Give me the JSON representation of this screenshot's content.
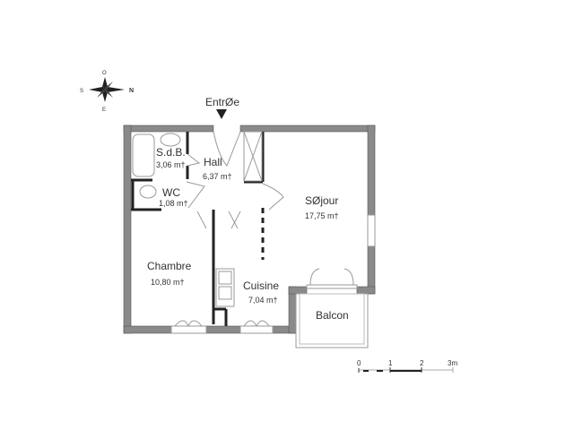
{
  "entrance_label": "EntrØe",
  "compass": {
    "north": "N",
    "south": "S",
    "east": "E",
    "west": "O"
  },
  "rooms": [
    {
      "name": "S.d.B.",
      "area": "3,06 m†"
    },
    {
      "name": "Hall",
      "area": "6,37 m†"
    },
    {
      "name": "WC",
      "area": "1,08 m†"
    },
    {
      "name": "SØjour",
      "area": "17,75 m†"
    },
    {
      "name": "Chambre",
      "area": "10,80 m†"
    },
    {
      "name": "Cuisine",
      "area": "7,04 m†"
    },
    {
      "name": "Balcon",
      "area": ""
    }
  ],
  "scale_bar": {
    "ticks": [
      "0",
      "1",
      "2",
      "3m"
    ]
  },
  "colors": {
    "wall": "#8a8a8a",
    "text": "#333333"
  }
}
